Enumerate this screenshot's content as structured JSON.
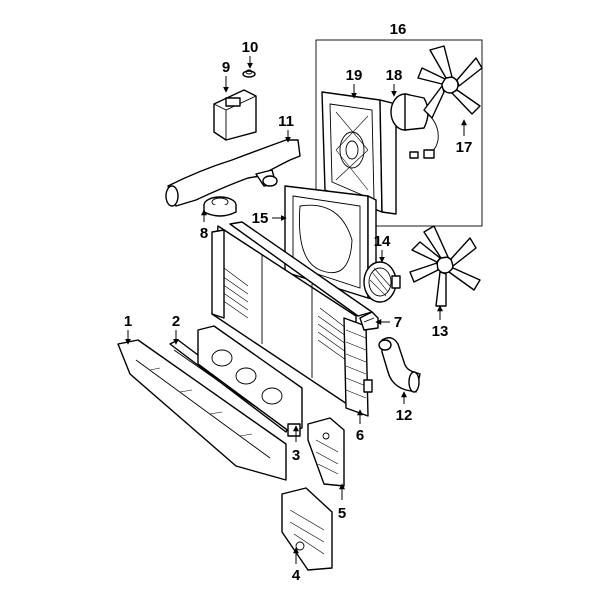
{
  "callouts": {
    "c1": "1",
    "c2": "2",
    "c3": "3",
    "c4": "4",
    "c5": "5",
    "c6": "6",
    "c7": "7",
    "c8": "8",
    "c9": "9",
    "c10": "10",
    "c11": "11",
    "c12": "12",
    "c13": "13",
    "c14": "14",
    "c15": "15",
    "c16": "16",
    "c17": "17",
    "c18": "18",
    "c19": "19"
  },
  "colors": {
    "line": "#000000",
    "background": "#ffffff",
    "shade": "#d8d8d8"
  }
}
